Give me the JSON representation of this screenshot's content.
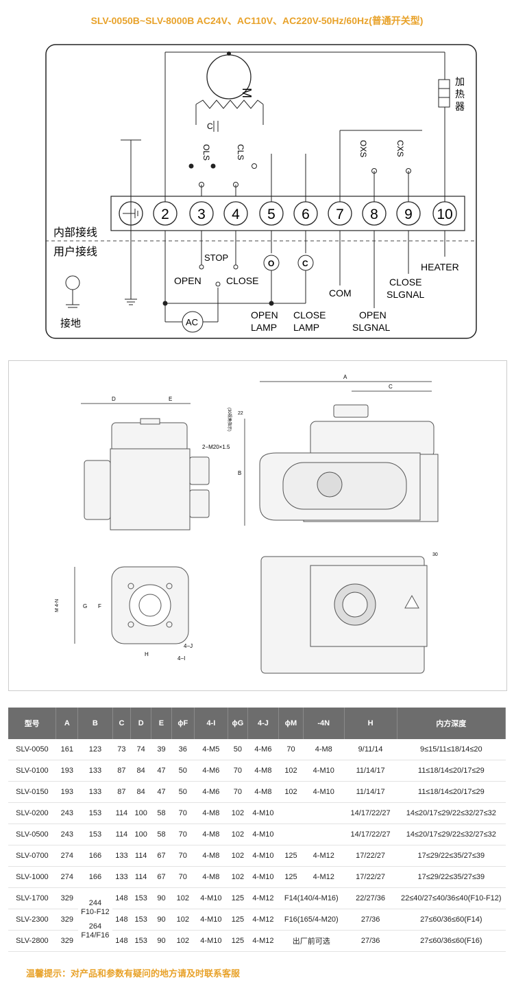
{
  "title": "SLV-0050B~SLV-8000B AC24V、AC110V、AC220V-50Hz/60Hz(普通开关型)",
  "wiring": {
    "motor": "M",
    "capacitor": "C",
    "ols": "OLS",
    "cls": "CLS",
    "oxs": "OXS",
    "cxs": "CXS",
    "heater_cn": "加热器",
    "terminals": [
      "2",
      "3",
      "4",
      "5",
      "6",
      "7",
      "8",
      "9",
      "10"
    ],
    "internal": "内部接线",
    "user": "用户接线",
    "ground_cn": "接地",
    "open": "OPEN",
    "stop": "STOP",
    "close": "CLOSE",
    "ac": "AC",
    "open_lamp": [
      "OPEN",
      "LAMP"
    ],
    "close_lamp": [
      "CLOSE",
      "LAMP"
    ],
    "com": "COM",
    "open_signal": [
      "OPEN",
      "SLGNAL"
    ],
    "close_signal": [
      "CLOSE",
      "SLGNAL"
    ],
    "heater": "HEATER",
    "lamp_o": "O",
    "lamp_c": "C"
  },
  "dims": {
    "d": "D",
    "e": "E",
    "m20": "2−M20×1.5",
    "a": "A",
    "c": "C",
    "b": "B",
    "j22": "22",
    "angle": "(30视角指示)",
    "mn": "M 4-N",
    "g": "G",
    "f": "F",
    "h": "H",
    "j4": "4−J",
    "i4": "4−I",
    "h30": "30"
  },
  "table": {
    "headers": [
      "型号",
      "A",
      "B",
      "C",
      "D",
      "E",
      "ϕF",
      "4-I",
      "ϕG",
      "4-J",
      "ϕM",
      "-4N",
      "H",
      "内方深度"
    ],
    "rows": [
      [
        "SLV-0050",
        "161",
        "123",
        "73",
        "74",
        "39",
        "36",
        "4-M5",
        "50",
        "4-M6",
        "70",
        "4-M8",
        "9/11/14",
        "9≤15/11≤18/14≤20"
      ],
      [
        "SLV-0100",
        "193",
        "133",
        "87",
        "84",
        "47",
        "50",
        "4-M6",
        "70",
        "4-M8",
        "102",
        "4-M10",
        "11/14/17",
        "11≤18/14≤20/17≤29"
      ],
      [
        "SLV-0150",
        "193",
        "133",
        "87",
        "84",
        "47",
        "50",
        "4-M6",
        "70",
        "4-M8",
        "102",
        "4-M10",
        "11/14/17",
        "11≤18/14≤20/17≤29"
      ],
      [
        "SLV-0200",
        "243",
        "153",
        "114",
        "100",
        "58",
        "70",
        "4-M8",
        "102",
        "4-M10",
        "",
        "",
        "14/17/22/27",
        "14≤20/17≤29/22≤32/27≤32"
      ],
      [
        "SLV-0500",
        "243",
        "153",
        "114",
        "100",
        "58",
        "70",
        "4-M8",
        "102",
        "4-M10",
        "",
        "",
        "14/17/22/27",
        "14≤20/17≤29/22≤32/27≤32"
      ],
      [
        "SLV-0700",
        "274",
        "166",
        "133",
        "114",
        "67",
        "70",
        "4-M8",
        "102",
        "4-M10",
        "125",
        "4-M12",
        "17/22/27",
        "17≤29/22≤35/27≤39"
      ],
      [
        "SLV-1000",
        "274",
        "166",
        "133",
        "114",
        "67",
        "70",
        "4-M8",
        "102",
        "4-M10",
        "125",
        "4-M12",
        "17/22/27",
        "17≤29/22≤35/27≤39"
      ]
    ],
    "big_rows": [
      {
        "model": "SLV-1700",
        "a": "329",
        "c": "148",
        "d": "153",
        "e": "90",
        "f": "102",
        "i": "4-M10",
        "g": "125",
        "j": "4-M12",
        "mn": "F14(140/4-M16)",
        "h": "22/27/36",
        "depth": "22≤40/27≤40/36≤40(F10-F12)"
      },
      {
        "model": "SLV-2300",
        "a": "329",
        "c": "148",
        "d": "153",
        "e": "90",
        "f": "102",
        "i": "4-M10",
        "g": "125",
        "j": "4-M12",
        "mn": "F16(165/4-M20)",
        "h": "27/36",
        "depth": "27≤60/36≤60(F14)"
      },
      {
        "model": "SLV-2800",
        "a": "329",
        "c": "148",
        "d": "153",
        "e": "90",
        "f": "102",
        "i": "4-M10",
        "g": "125",
        "j": "4-M12",
        "mn": "出厂前可选",
        "h": "27/36",
        "depth": "27≤60/36≤60(F16)"
      }
    ],
    "b_big_1": [
      "244",
      "F10-F12"
    ],
    "b_big_2": [
      "264",
      "F14/F16"
    ]
  },
  "note": "温馨提示：对产品和参数有疑问的地方请及时联系客服"
}
